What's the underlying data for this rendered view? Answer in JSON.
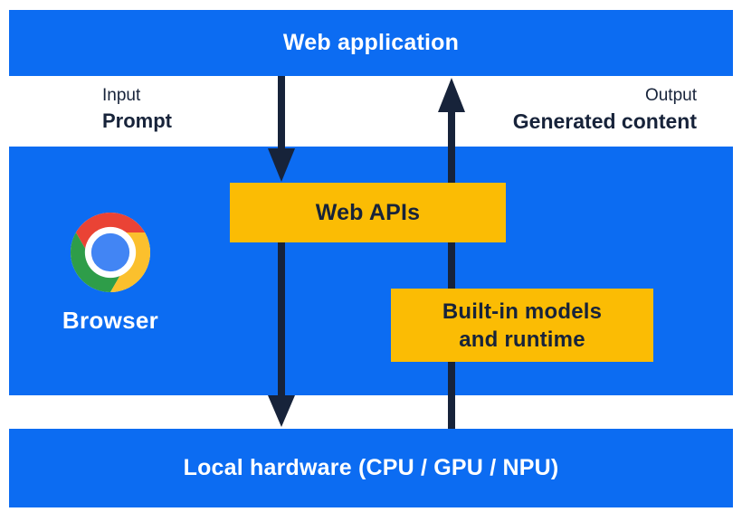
{
  "top_bar": {
    "label": "Web application"
  },
  "io": {
    "input_caption": "Input",
    "input_value": "Prompt",
    "output_caption": "Output",
    "output_value": "Generated content"
  },
  "browser": {
    "label": "Browser",
    "icon": "chrome-browser-icon"
  },
  "boxes": {
    "web_apis": "Web APIs",
    "builtin_line1": "Built-in models",
    "builtin_line2": "and runtime"
  },
  "bottom_bar": {
    "label": "Local hardware (CPU / GPU / NPU)"
  },
  "colors": {
    "panel_blue": "#0c6cf2",
    "box_yellow": "#fbbc04",
    "ink_navy": "#17233a",
    "text_white": "#ffffff",
    "chrome_red": "#ea4335",
    "chrome_green": "#2e9d49",
    "chrome_yellow": "#fbc02d",
    "chrome_center_blue": "#4285f4",
    "chrome_ring_white": "#ffffff"
  }
}
